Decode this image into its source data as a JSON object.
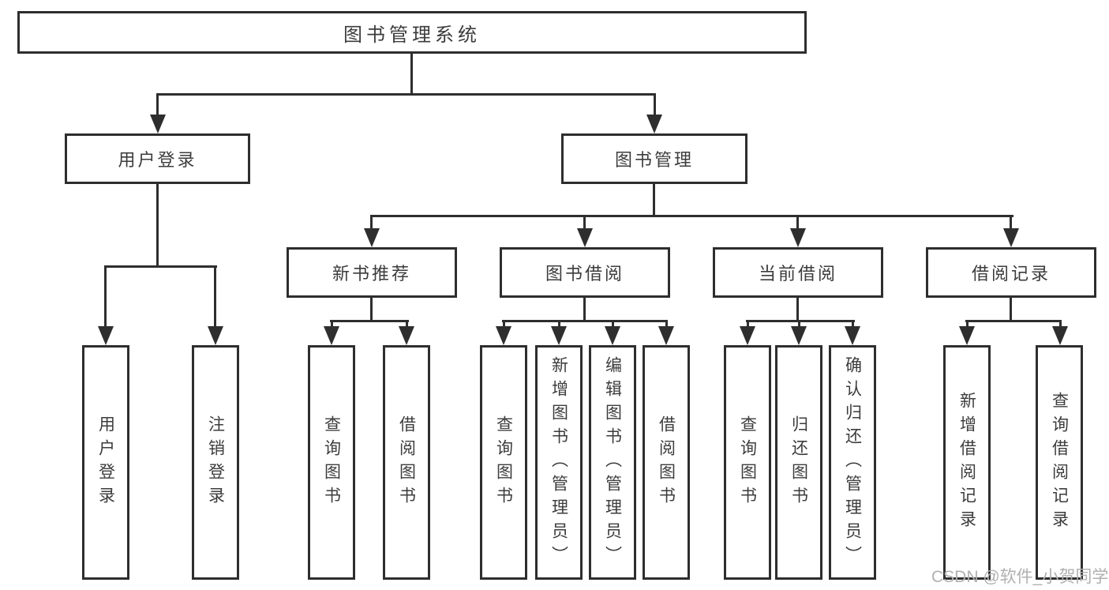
{
  "colors": {
    "line": "#2e2e2e",
    "text": "#3c3c3c",
    "watermark": "#b0b0b0"
  },
  "root": {
    "label": "图书管理系统"
  },
  "user_login": {
    "label": "用户登录",
    "children": [
      {
        "label": "用户登录"
      },
      {
        "label": "注销登录"
      }
    ]
  },
  "book_management": {
    "label": "图书管理",
    "sections": [
      {
        "label": "新书推荐",
        "children": [
          {
            "label": "查询图书"
          },
          {
            "label": "借阅图书"
          }
        ]
      },
      {
        "label": "图书借阅",
        "children": [
          {
            "label": "查询图书"
          },
          {
            "label": "新增图书（管理员）"
          },
          {
            "label": "编辑图书（管理员）"
          },
          {
            "label": "借阅图书"
          }
        ]
      },
      {
        "label": "当前借阅",
        "children": [
          {
            "label": "查询图书"
          },
          {
            "label": "归还图书"
          },
          {
            "label": "确认归还（管理员）"
          }
        ]
      },
      {
        "label": "借阅记录",
        "children": [
          {
            "label": "新增借阅记录"
          },
          {
            "label": "查询借阅记录"
          }
        ]
      }
    ]
  },
  "watermark": "CSDN @软件_小贺同学"
}
